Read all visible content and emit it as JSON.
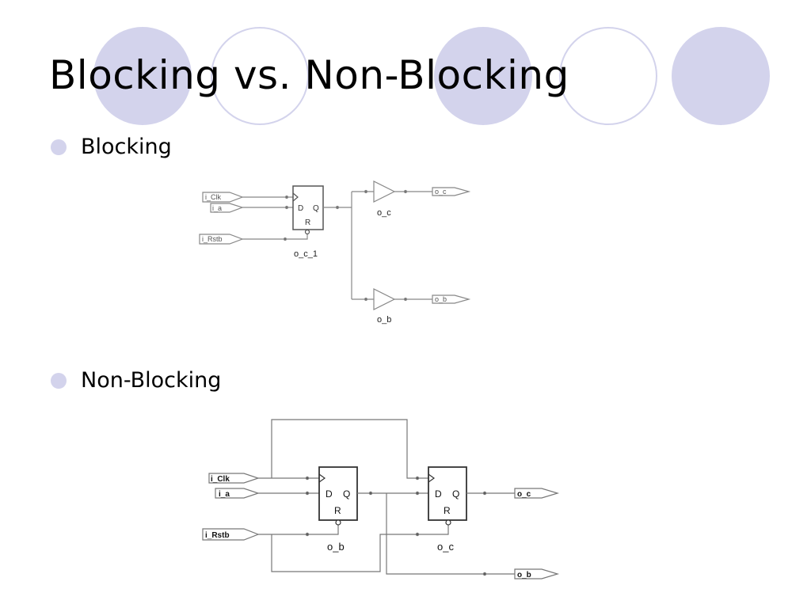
{
  "slide": {
    "title": "Blocking vs. Non-Blocking",
    "bullets": [
      "Blocking",
      "Non-Blocking"
    ],
    "accent_color": "#d3d3ec"
  },
  "blocking_diagram": {
    "inputs": [
      "i_Clk",
      "i_a",
      "i_Rstb"
    ],
    "flipflop": {
      "d": "D",
      "q": "Q",
      "r": "R",
      "name": "o_c_1"
    },
    "buffers": [
      "o_c",
      "o_b"
    ],
    "outputs": [
      "o_c",
      "o_b"
    ]
  },
  "nonblocking_diagram": {
    "inputs": [
      "i_Clk",
      "i_a",
      "i_Rstb"
    ],
    "flipflop1": {
      "d": "D",
      "q": "Q",
      "r": "R",
      "name": "o_b"
    },
    "flipflop2": {
      "d": "D",
      "q": "Q",
      "r": "R",
      "name": "o_c"
    },
    "outputs": [
      "o_c",
      "o_b"
    ]
  }
}
